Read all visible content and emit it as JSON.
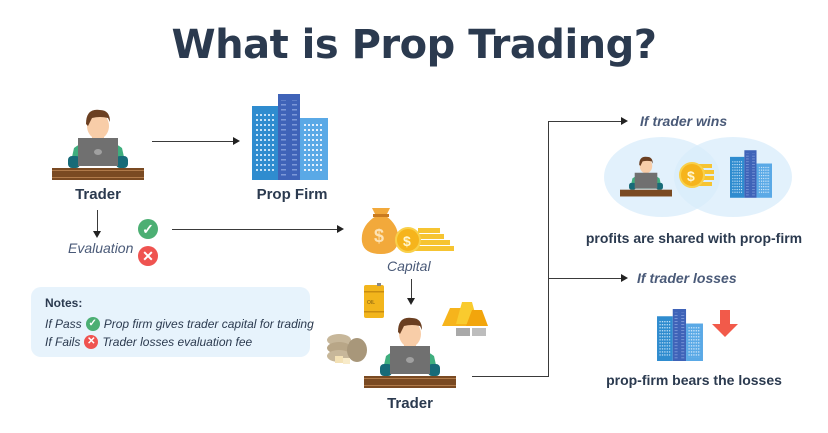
{
  "title": "What is Prop Trading?",
  "left": {
    "trader_label": "Trader",
    "prop_firm_label": "Prop Firm",
    "evaluation_label": "Evaluation",
    "pass_icon": "check-circle-icon",
    "fail_icon": "x-circle-icon"
  },
  "notes": {
    "header": "Notes:",
    "rows": [
      {
        "condition": "If Pass",
        "icon": "check-circle-icon",
        "text": "Prop firm gives trader capital for trading"
      },
      {
        "condition": "If Fails",
        "icon": "x-circle-icon",
        "text": "Trader losses evaluation fee"
      }
    ]
  },
  "center": {
    "capital_label": "Capital",
    "trader_label": "Trader",
    "assets": [
      "oil-barrel-icon",
      "gold-bars-icon",
      "commodity-sacks-icon"
    ]
  },
  "right": {
    "win_heading": "If trader wins",
    "win_caption": "profits are shared with prop-firm",
    "loss_heading": "If trader losses",
    "loss_caption": "prop-firm bears the losses"
  },
  "colors": {
    "title": "#2b3a4f",
    "pass": "#4caf73",
    "fail": "#ef5350",
    "building_dark": "#3f63b8",
    "building_mid": "#2f8ccf",
    "building_light": "#5aa9e6",
    "notes_bg": "#e7f3fc",
    "loss_arrow": "#f25a4a",
    "gold": "#f5b82e"
  }
}
